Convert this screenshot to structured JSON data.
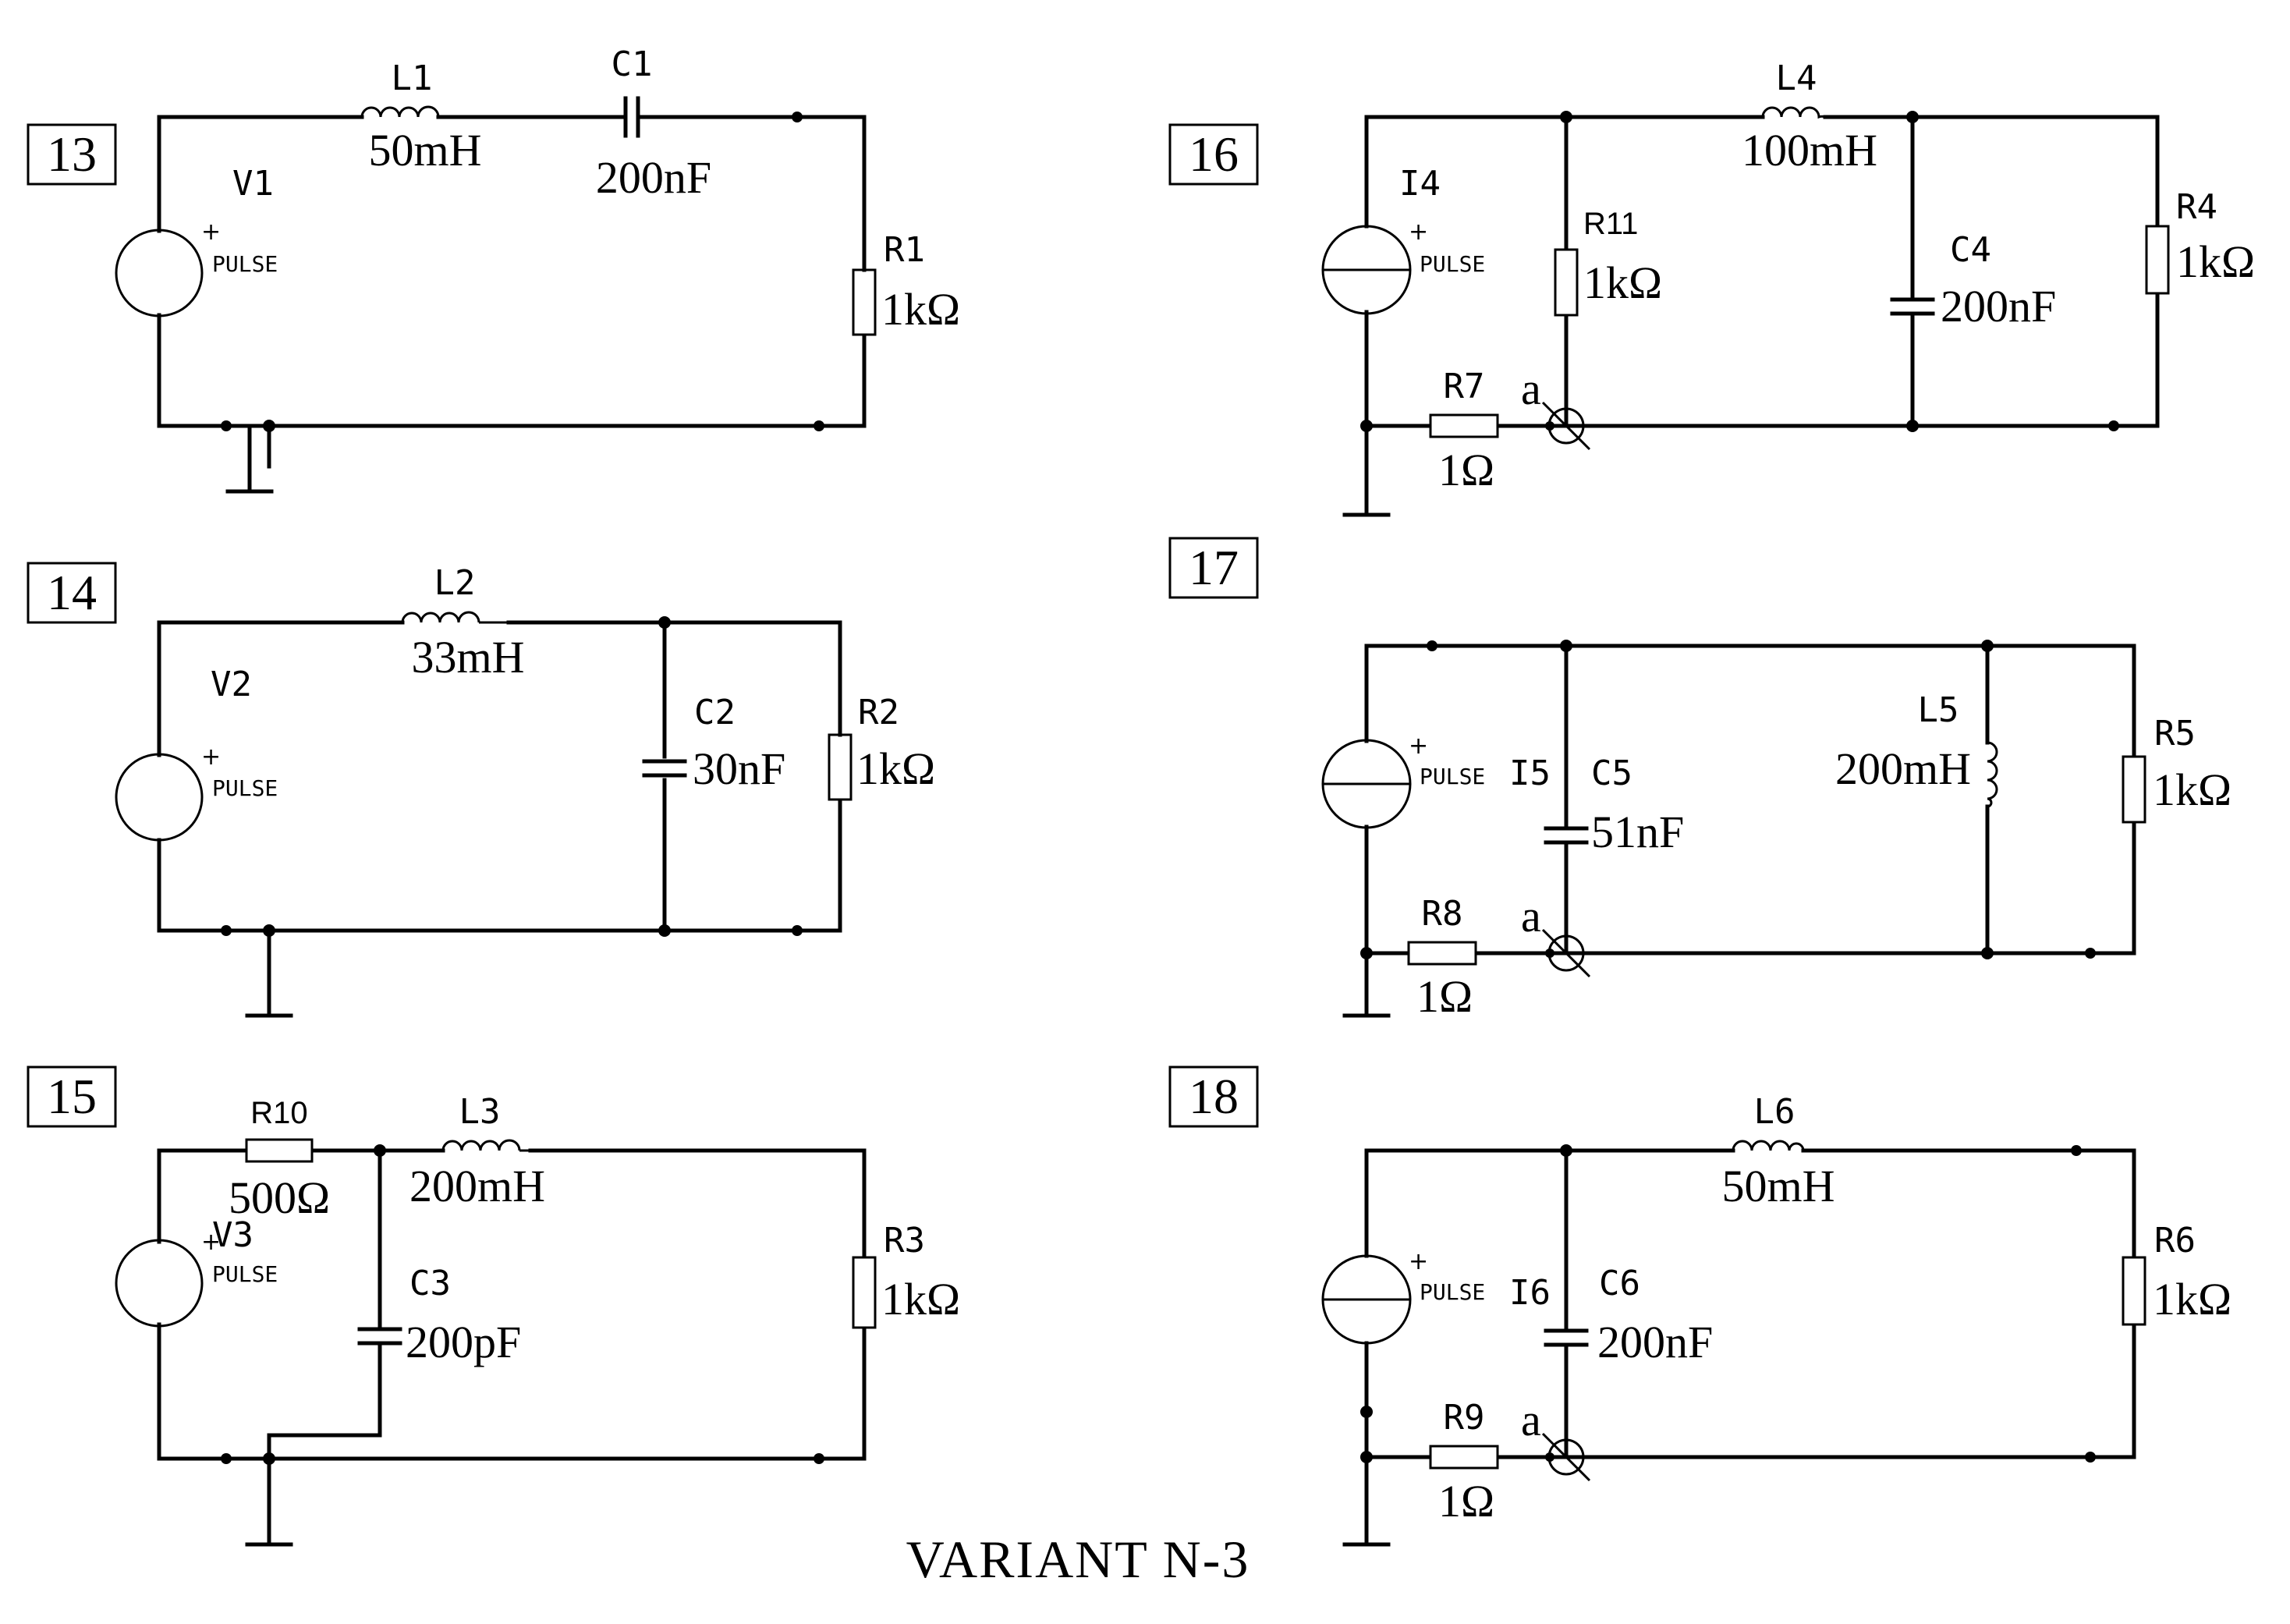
{
  "title": "VARIANT  N-3",
  "source_label": "PULSE",
  "plus": "+",
  "node_a": "a",
  "circuits": [
    {
      "number": "13",
      "V1": "V1",
      "L1": {
        "name": "L1",
        "value": "50mH"
      },
      "C1": {
        "name": "C1",
        "value": "200nF"
      },
      "R1": {
        "name": "R1",
        "value": "1kΩ"
      }
    },
    {
      "number": "14",
      "V2": "V2",
      "L2": {
        "name": "L2",
        "value": "33mH"
      },
      "C2": {
        "name": "C2",
        "value": "30nF"
      },
      "R2": {
        "name": "R2",
        "value": "1kΩ"
      }
    },
    {
      "number": "15",
      "V3": "V3",
      "R10": {
        "name": "R10",
        "value": "500Ω"
      },
      "L3": {
        "name": "L3",
        "value": "200mH"
      },
      "C3": {
        "name": "C3",
        "value": "200pF"
      },
      "R3": {
        "name": "R3",
        "value": "1kΩ"
      }
    },
    {
      "number": "16",
      "I4": "I4",
      "R11": {
        "name": "R11",
        "value": "1kΩ"
      },
      "L4": {
        "name": "L4",
        "value": "100mH"
      },
      "C4": {
        "name": "C4",
        "value": "200nF"
      },
      "R4": {
        "name": "R4",
        "value": "1kΩ"
      },
      "R7": {
        "name": "R7",
        "value": "1Ω"
      }
    },
    {
      "number": "17",
      "I5": "I5",
      "C5": {
        "name": "C5",
        "value": "51nF"
      },
      "L5": {
        "name": "L5",
        "value": "200mH"
      },
      "R5": {
        "name": "R5",
        "value": "1kΩ"
      },
      "R8": {
        "name": "R8",
        "value": "1Ω"
      }
    },
    {
      "number": "18",
      "I6": "I6",
      "L6": {
        "name": "L6",
        "value": "50mH"
      },
      "C6": {
        "name": "C6",
        "value": "200nF"
      },
      "R6": {
        "name": "R6",
        "value": "1kΩ"
      },
      "R9": {
        "name": "R9",
        "value": "1Ω"
      }
    }
  ]
}
